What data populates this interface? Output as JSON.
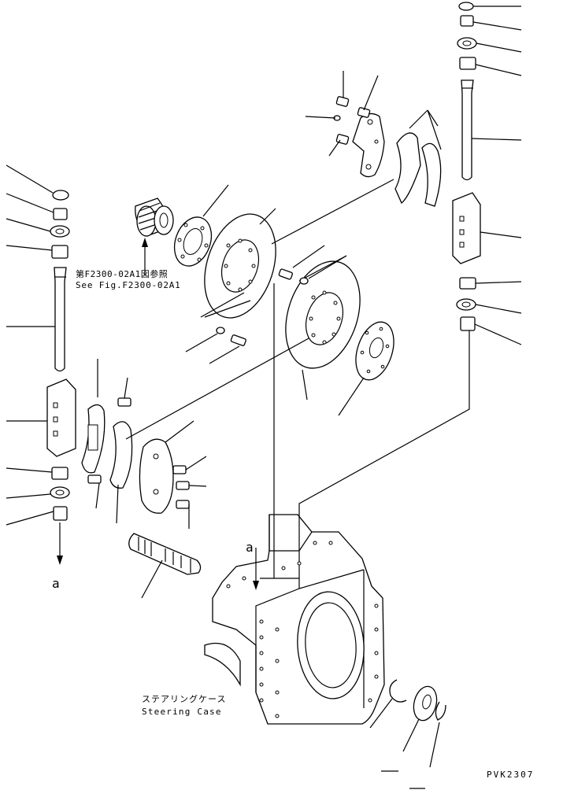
{
  "figure": {
    "reference_jp": "第F2300-02A1図参照",
    "reference_en": "See Fig.F2300-02A1",
    "case_label_jp": "ステアリングケース",
    "case_label_en": "Steering Case",
    "arrow_label_a": "a",
    "drawing_code": "PVK2307"
  }
}
